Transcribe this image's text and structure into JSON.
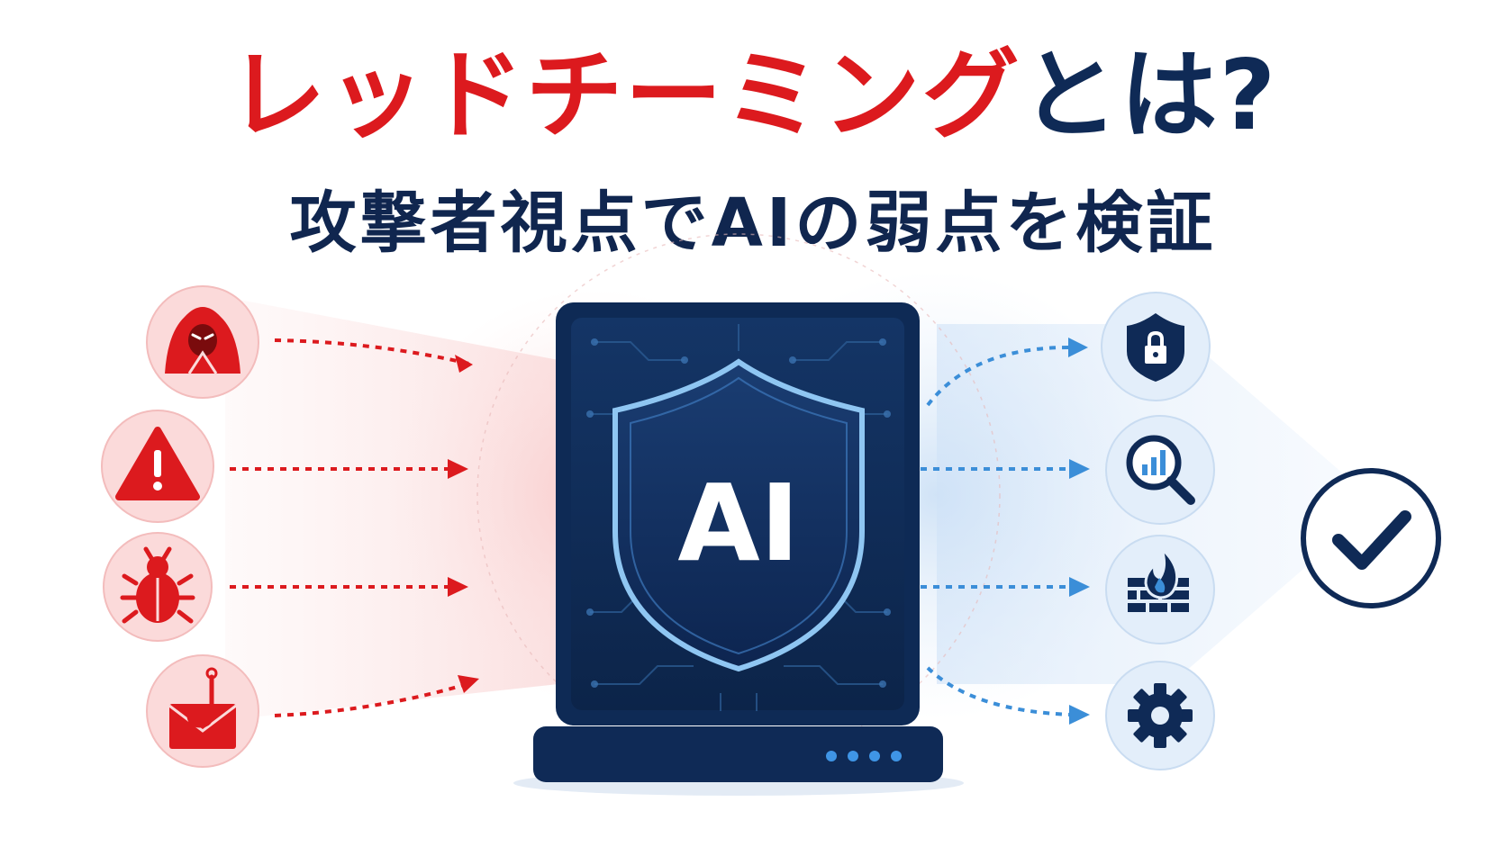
{
  "title": {
    "highlight": "レッドチーミング",
    "rest": "とは?"
  },
  "subtitle": "攻撃者視点でAIの弱点を検証",
  "center": {
    "label": "AI"
  },
  "threats": [
    {
      "icon": "hacker-icon"
    },
    {
      "icon": "warning-icon"
    },
    {
      "icon": "bug-icon"
    },
    {
      "icon": "phishing-icon"
    }
  ],
  "defenses": [
    {
      "icon": "lock-shield-icon"
    },
    {
      "icon": "analysis-search-icon"
    },
    {
      "icon": "firewall-icon"
    },
    {
      "icon": "gear-icon"
    }
  ],
  "result": {
    "icon": "checkmark-icon"
  },
  "colors": {
    "threat_red": "#dc1a1e",
    "navy": "#0f2a56",
    "defense_blue": "#3b8ed8"
  }
}
